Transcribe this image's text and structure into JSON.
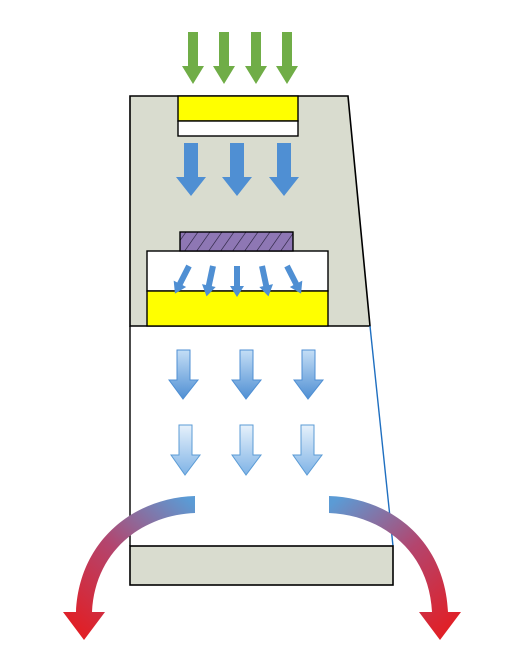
{
  "diagram": {
    "colors": {
      "cabinet_fill": "#d9dccf",
      "filter_yellow": "#ffff00",
      "prefilter_purple": "#8e77b4",
      "white": "#ffffff",
      "outline": "#000000",
      "side_line": "#1f6fc0",
      "airflow_green": "#70ad47",
      "airflow_blue": "#4f8fd3",
      "airflow_light_blue": "#a9cff2",
      "exhaust_red": "#e02027"
    },
    "intake_arrows": 4,
    "downflow_arrows": 3,
    "fan_arrows": 5,
    "work_zone_rows": 2,
    "work_zone_cols": 3
  }
}
